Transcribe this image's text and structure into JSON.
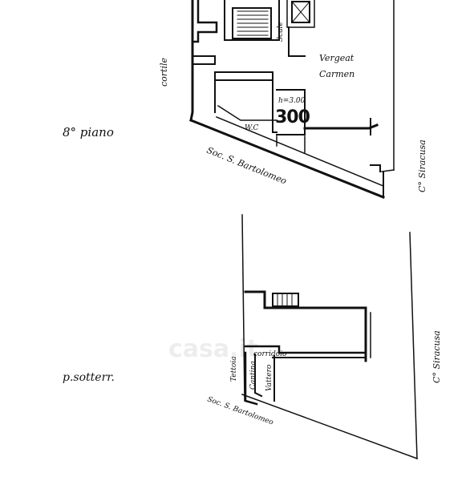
{
  "top_plan": {
    "floor_label": "8° piano",
    "courtyard_label": "cortile",
    "stairs_label": "Scale",
    "owner_label_line1": "Vergeat",
    "owner_label_line2": "Carmen",
    "height_note": "h=3.00",
    "height_big": "300",
    "wc_label": "W.C",
    "street_label": "Soc. S. Bartolomeo",
    "side_street_label": "C° Siracusa"
  },
  "bottom_plan": {
    "floor_label": "p.sotterr.",
    "cellar_label_1": "Cantina",
    "cellar_label_2": "Vattero",
    "corridor_label": "corridoio",
    "street_label": "Soc. S. Bartolomeo",
    "side_street_label": "C° Siracusa",
    "room_label_left": "Tettoia"
  },
  "watermark": "casa.it"
}
